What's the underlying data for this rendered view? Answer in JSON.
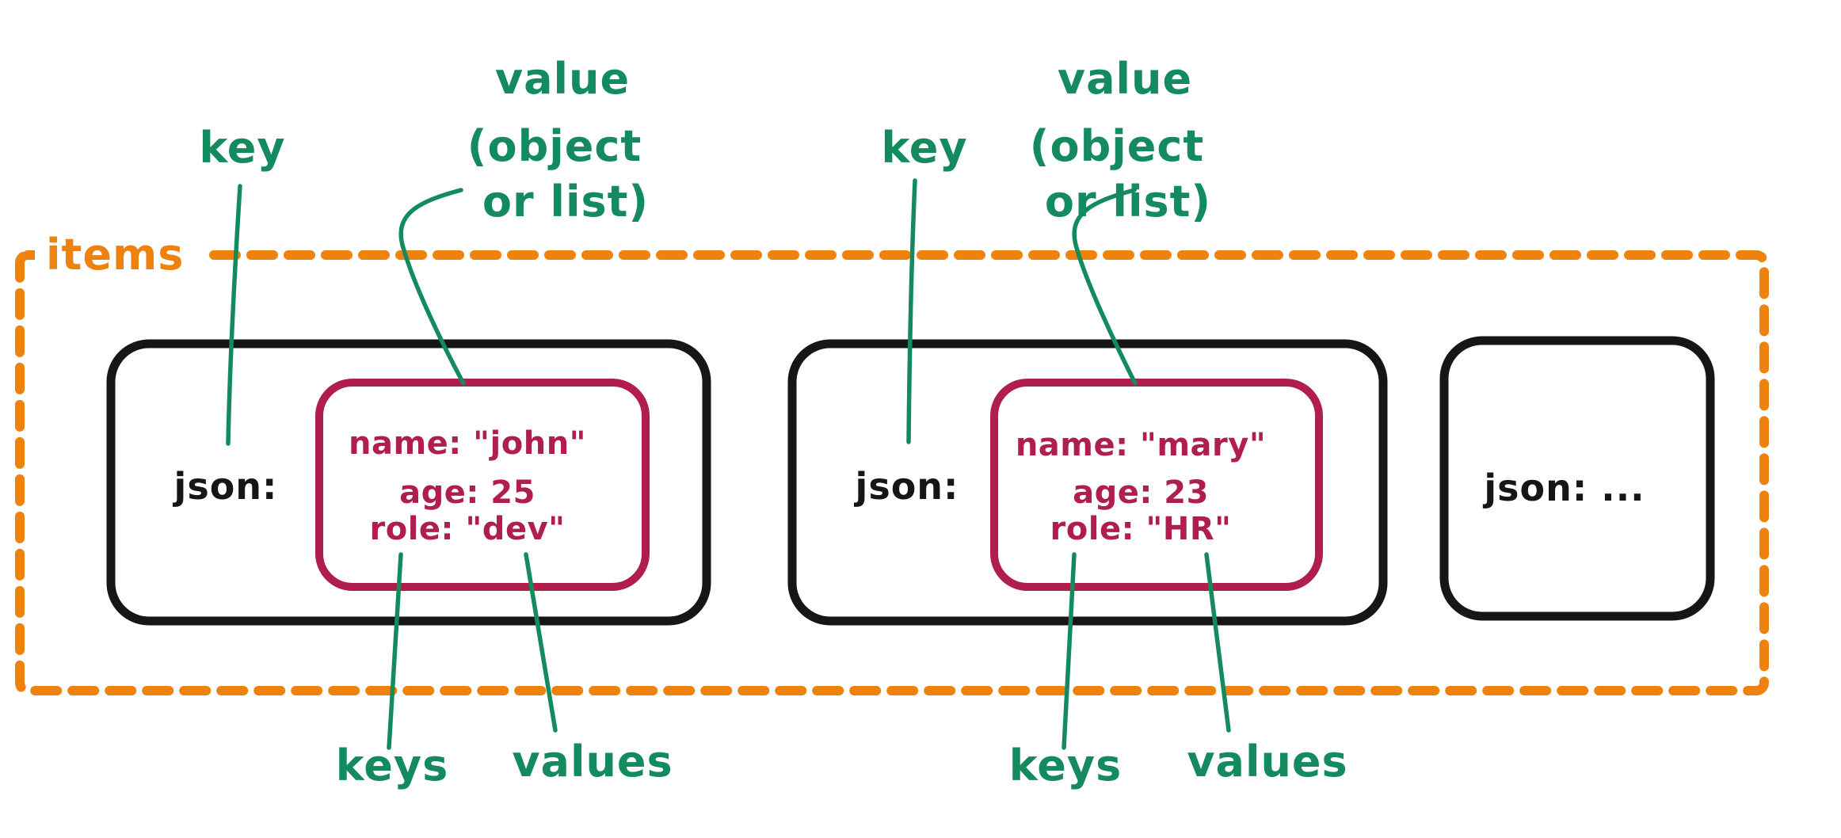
{
  "diagram_type": "json-list-structure-sketch",
  "colors": {
    "annotation_green": "#148a5f",
    "container_orange": "#ee820f",
    "object_crimson": "#b01e4c",
    "card_black": "#161616",
    "background": "#ffffff"
  },
  "container": {
    "label": "items"
  },
  "annotations": {
    "key": "key",
    "value_line1": "value",
    "value_line2": "(object",
    "value_line3": "or list)",
    "keys": "keys",
    "values": "values"
  },
  "items": [
    {
      "key": "json:",
      "fields": [
        "name: \"john\"",
        "age: 25",
        "role: \"dev\""
      ]
    },
    {
      "key": "json:",
      "fields": [
        "name: \"mary\"",
        "age: 23",
        "role: \"HR\""
      ]
    },
    {
      "key": "json: ..."
    }
  ]
}
